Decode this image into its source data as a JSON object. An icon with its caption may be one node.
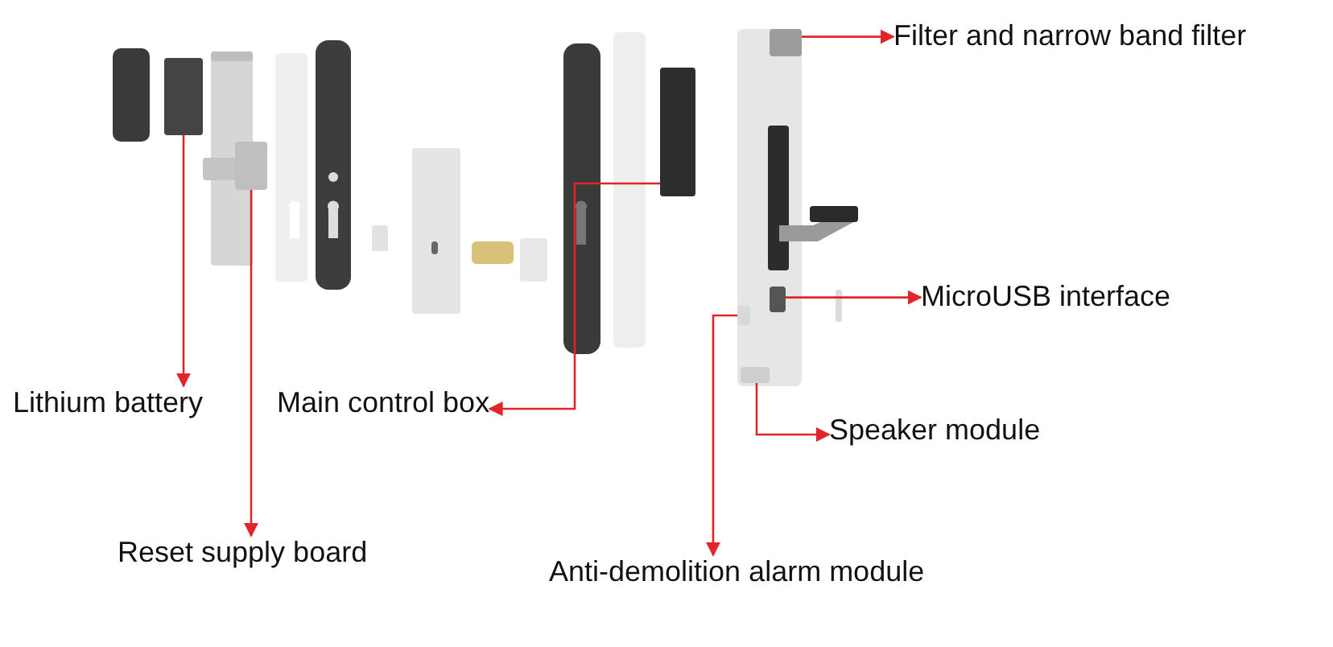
{
  "diagram": {
    "nodes": [
      {
        "text": [
          "Filter and narrow band filter"
        ]
      },
      {
        "text": [
          "MicroUSB interface"
        ]
      },
      {
        "text": [
          "Lithium battery"
        ]
      },
      {
        "text": [
          "Main control box"
        ]
      },
      {
        "text": [
          "Speaker module"
        ]
      },
      {
        "text": [
          "Reset supply board"
        ]
      },
      {
        "text": [
          "Anti-demolition alarm module"
        ]
      },
      {
        "text": [],
        "shape": "box"
      },
      {
        "text": [],
        "shape": "box"
      },
      {
        "text": [],
        "shape": "box"
      },
      {
        "text": [],
        "shape": "box"
      },
      {
        "text": [],
        "shape": "box"
      },
      {
        "text": [],
        "shape": "box"
      },
      {
        "text": [],
        "shape": "box"
      }
    ],
    "edges": [
      {
        "from": 7,
        "to": 2,
        "arrow": "to"
      },
      {
        "from": 8,
        "to": 5,
        "arrow": "to"
      },
      {
        "from": 9,
        "to": 3,
        "arrow": "to"
      },
      {
        "from": 10,
        "to": 0,
        "arrow": "to"
      },
      {
        "from": 11,
        "to": 1,
        "arrow": "to"
      },
      {
        "from": 12,
        "to": 4,
        "arrow": "to"
      },
      {
        "from": 13,
        "to": 6,
        "arrow": "to"
      }
    ]
  }
}
